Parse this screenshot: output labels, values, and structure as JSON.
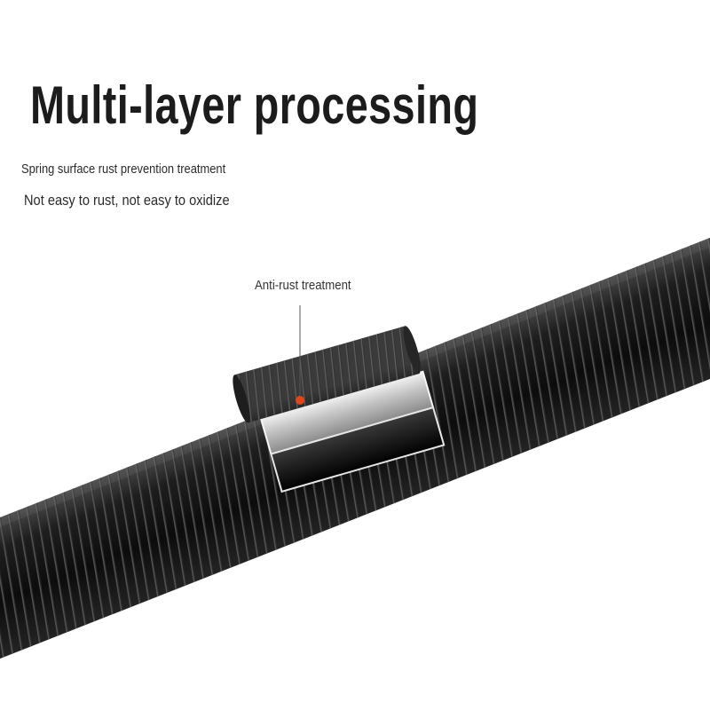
{
  "title": "Multi-layer processing",
  "subtitle_line1": "Spring surface rust prevention treatment",
  "subtitle_line2": "Not easy to rust, not easy to oxidize",
  "callout_label": "Anti-rust treatment",
  "colors": {
    "marker_dot": "#e0461b",
    "spring_black": "#151515",
    "groove": "#5a5a5a",
    "metal": "#bdbdbd"
  }
}
